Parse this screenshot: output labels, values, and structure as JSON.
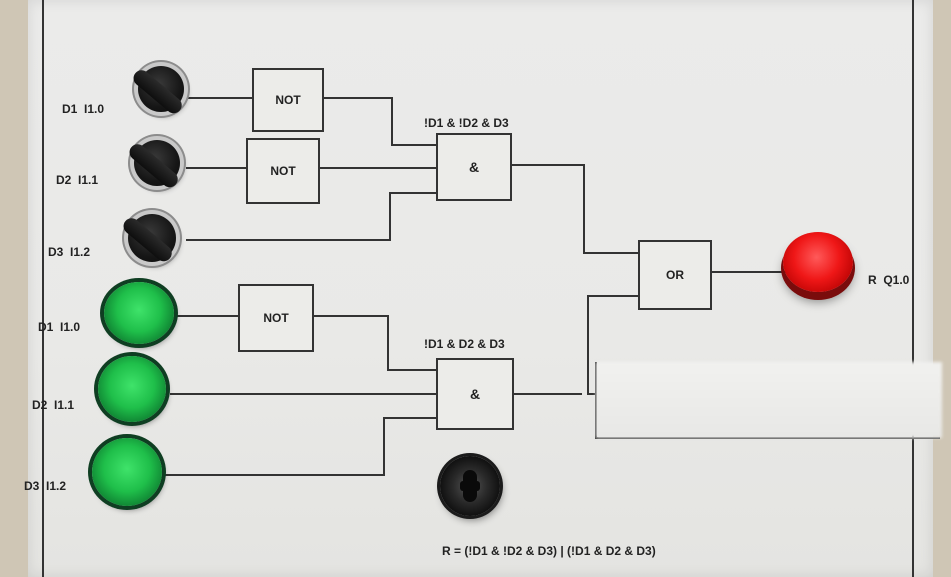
{
  "inputs_top": [
    {
      "name": "D1",
      "addr": "I1.0"
    },
    {
      "name": "D2",
      "addr": "I1.1"
    },
    {
      "name": "D3",
      "addr": "I1.2"
    }
  ],
  "inputs_bottom": [
    {
      "name": "D1",
      "addr": "I1.0"
    },
    {
      "name": "D2",
      "addr": "I1.1"
    },
    {
      "name": "D3",
      "addr": "I1.2"
    }
  ],
  "gates": {
    "not": "NOT",
    "and": "&",
    "or": "OR"
  },
  "expressions": {
    "top_and": "!D1 & !D2 & D3",
    "bottom_and": "!D1 & D2 & D3",
    "formula": "R = (!D1 & !D2 & D3) | (!D1 & D2 & D3)"
  },
  "output": {
    "name": "R",
    "addr": "Q1.0"
  },
  "colors": {
    "lamp_green": "#1fbf4a",
    "lamp_red": "#ef1717",
    "wire": "#333333",
    "panel": "#e9e9e7"
  }
}
